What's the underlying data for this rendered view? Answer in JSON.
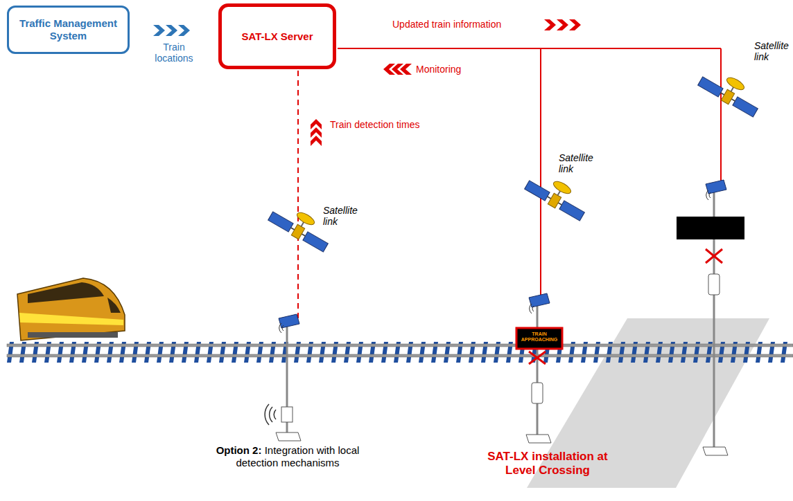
{
  "diagram": {
    "nodes": [
      {
        "text": [
          "Traffic Management System"
        ]
      },
      {
        "text": [
          "SAT-LX Server"
        ]
      }
    ],
    "edges": [
      {
        "from": 0,
        "to": 1,
        "arrow": "to",
        "label": "Train locations"
      }
    ],
    "labels": [
      "Updated train information",
      "Monitoring",
      "Train detection times",
      "Satellite link",
      "Satellite link",
      "Satellite link",
      "TRAIN APPROACHING",
      "Option 2:",
      "Integration with local detection mechanisms",
      "SAT-LX installation at Level Crossing"
    ]
  }
}
